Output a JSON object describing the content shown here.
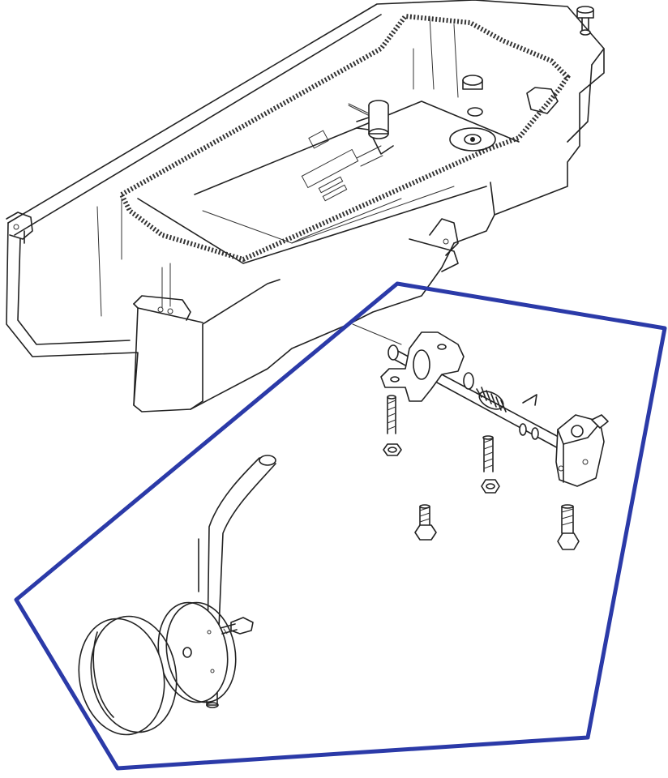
{
  "diagram": {
    "highlight_color": "#2b3aa8",
    "line_color": "#222222",
    "background": "#ffffff",
    "components": [
      {
        "name": "oil-pan",
        "label": ""
      },
      {
        "name": "gasket",
        "label": ""
      },
      {
        "name": "drain-plug",
        "label": ""
      },
      {
        "name": "oil-level-sensor",
        "label": ""
      },
      {
        "name": "strainer-rod-assembly",
        "label": ""
      },
      {
        "name": "oil-strainer",
        "label": ""
      },
      {
        "name": "bolts",
        "label": ""
      },
      {
        "name": "springs",
        "label": ""
      },
      {
        "name": "nuts",
        "label": ""
      }
    ]
  }
}
